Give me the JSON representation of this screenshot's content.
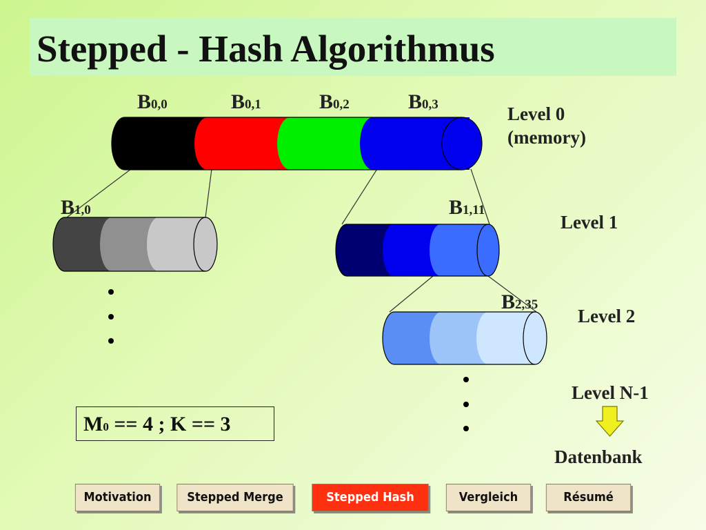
{
  "title": "Stepped - Hash Algorithmus",
  "blocks": {
    "b00": {
      "main": "B",
      "sub": "0,0"
    },
    "b01": {
      "main": "B",
      "sub": "0,1"
    },
    "b02": {
      "main": "B",
      "sub": "0,2"
    },
    "b03": {
      "main": "B",
      "sub": "0,3"
    },
    "b10": {
      "main": "B",
      "sub": "1,0"
    },
    "b111": {
      "main": "B",
      "sub": "1,11"
    },
    "b235": {
      "main": "B",
      "sub": "2,35"
    }
  },
  "levels": {
    "l0_line1": "Level 0",
    "l0_line2": "(memory)",
    "l1": "Level 1",
    "l2": "Level 2",
    "ln": "Level N-1",
    "db": "Datenbank"
  },
  "params": {
    "m": "M",
    "m_sub": "0",
    "rest": " == 4 ; K == 3"
  },
  "colors": {
    "level0": [
      "#000000",
      "#ff0000",
      "#00ee00",
      "#0000ee"
    ],
    "level1_left": [
      "#444444",
      "#909090",
      "#c8c8c8"
    ],
    "level1_right": [
      "#000070",
      "#0000ee",
      "#3a6cff"
    ],
    "level2": [
      "#5b8ef5",
      "#9cc4f8",
      "#cfe6ff"
    ],
    "arrow": "#f0f020",
    "nav_active": "#ff3010"
  },
  "nav": [
    {
      "label": "Motivation",
      "active": false
    },
    {
      "label": "Stepped Merge",
      "active": false
    },
    {
      "label": "Stepped Hash",
      "active": true
    },
    {
      "label": "Vergleich",
      "active": false
    },
    {
      "label": "Résumé",
      "active": false
    }
  ]
}
